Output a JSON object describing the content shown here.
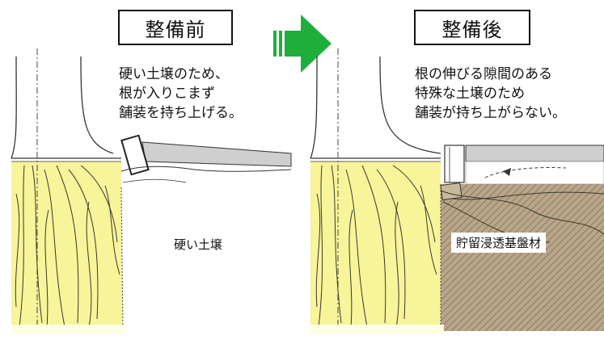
{
  "before": {
    "title": "整備前",
    "caption": "硬い土壌のため、\n根が入りこまず\n舗装を持ち上げる。",
    "soil_label": "硬い土壌"
  },
  "after": {
    "title": "整備後",
    "caption": "根の伸びる隙間のある\n特殊な土壌のため\n舗装が持ち上がらない。",
    "base_label": "貯留浸透基盤材"
  },
  "colors": {
    "root_zone": "#f7f49a",
    "pavement": "#cfcfcf",
    "base_material": "#b8a484",
    "arrow": "#1fae3c"
  }
}
